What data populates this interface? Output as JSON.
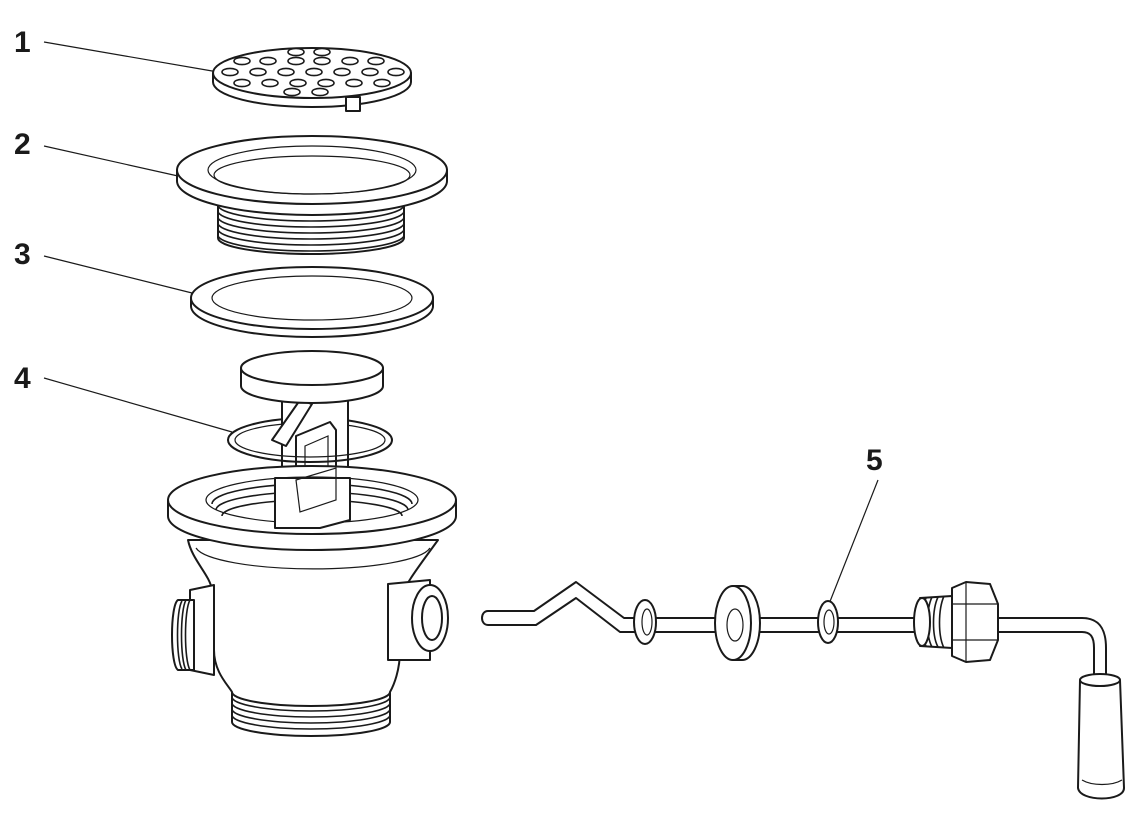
{
  "callouts": [
    {
      "id": "part-1",
      "label": "1"
    },
    {
      "id": "part-2",
      "label": "2"
    },
    {
      "id": "part-3",
      "label": "3"
    },
    {
      "id": "part-4",
      "label": "4"
    },
    {
      "id": "part-5",
      "label": "5"
    }
  ],
  "colors": {
    "line": "#1a1a1a",
    "fill": "#ffffff",
    "background": "#ffffff"
  }
}
